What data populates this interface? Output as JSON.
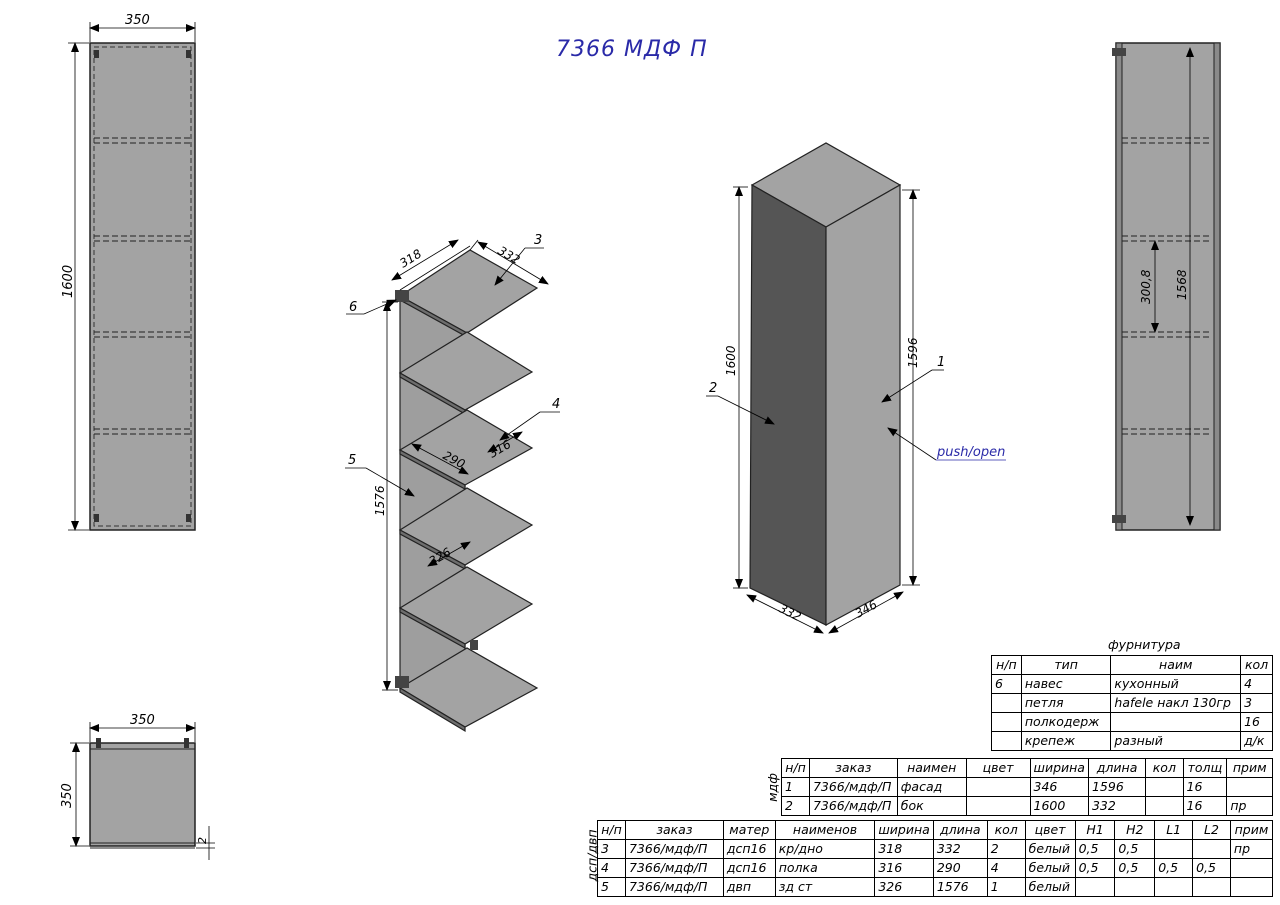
{
  "title": "7366  МДФ  П",
  "push_open": "push/open",
  "dims": {
    "front_width": "350",
    "front_height": "1600",
    "bottom_width": "350",
    "bottom_depth": "350",
    "bottom_gap": "2",
    "exploded_318": "318",
    "exploded_332": "332",
    "exploded_290": "290",
    "exploded_316": "316",
    "exploded_1576": "1576",
    "exploded_326": "326",
    "iso_1600": "1600",
    "iso_1596": "1596",
    "iso_332": "332",
    "iso_346": "346",
    "side_300_8": "300,8",
    "side_1568": "1568"
  },
  "callouts": {
    "c1": "1",
    "c2": "2",
    "c3": "3",
    "c4": "4",
    "c5": "5",
    "c6": "6"
  },
  "hardware": {
    "caption": "фурнитура",
    "headers": [
      "н/п",
      "тип",
      "наим",
      "кол"
    ],
    "rows": [
      [
        "6",
        "навес",
        "кухонный",
        "4"
      ],
      [
        "",
        "петля",
        "hafele накл 130гр",
        "3"
      ],
      [
        "",
        "полкодерж",
        "",
        "16"
      ],
      [
        "",
        "крепеж",
        "разный",
        "д/к"
      ]
    ]
  },
  "mdf": {
    "side_label": "мдф",
    "headers": [
      "н/п",
      "заказ",
      "наимен",
      "цвет",
      "ширина",
      "длина",
      "кол",
      "толщ",
      "прим"
    ],
    "rows": [
      [
        "1",
        "7366/мдф/П",
        "фасад",
        "",
        "346",
        "1596",
        "",
        "16",
        ""
      ],
      [
        "2",
        "7366/мдф/П",
        "бок",
        "",
        "1600",
        "332",
        "",
        "16",
        "пр"
      ]
    ]
  },
  "dsp": {
    "side_label": "дсп/двп",
    "headers": [
      "н/п",
      "заказ",
      "матер",
      "наименов",
      "ширина",
      "длина",
      "кол",
      "цвет",
      "H1",
      "H2",
      "L1",
      "L2",
      "прим"
    ],
    "rows": [
      [
        "3",
        "7366/мдф/П",
        "дсп16",
        "кр/дно",
        "318",
        "332",
        "2",
        "белый",
        "0,5",
        "0,5",
        "",
        "",
        "пр"
      ],
      [
        "4",
        "7366/мдф/П",
        "дсп16",
        "полка",
        "316",
        "290",
        "4",
        "белый",
        "0,5",
        "0,5",
        "0,5",
        "0,5",
        ""
      ],
      [
        "5",
        "7366/мдф/П",
        "двп",
        "зд ст",
        "326",
        "1576",
        "1",
        "белый",
        "",
        "",
        "",
        "",
        ""
      ]
    ]
  },
  "colors": {
    "panel": "#a3a3a3",
    "panel_dark": "#5a5a5a",
    "edge": "#222222",
    "title": "#2a2aa8"
  }
}
